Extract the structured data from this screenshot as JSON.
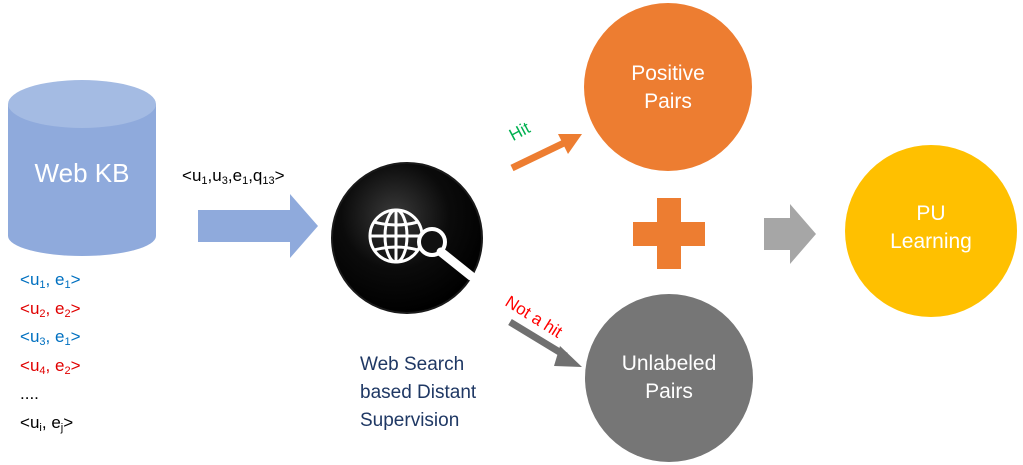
{
  "knowledge_base": {
    "label": "Web KB",
    "pairs": [
      {
        "u": "u",
        "u_sub": "1",
        "e": "e",
        "e_sub": "1",
        "color": "#0070c0"
      },
      {
        "u": "u",
        "u_sub": "2",
        "e": "e",
        "e_sub": "2",
        "color": "#e00000"
      },
      {
        "u": "u",
        "u_sub": "3",
        "e": "e",
        "e_sub": "1",
        "color": "#0070c0"
      },
      {
        "u": "u",
        "u_sub": "4",
        "e": "e",
        "e_sub": "2",
        "color": "#e00000"
      }
    ],
    "ellipsis": "....",
    "last_pair": {
      "u": "u",
      "u_sub": "i",
      "e": "e",
      "e_sub": "j",
      "color": "#000000"
    }
  },
  "query_tuple": {
    "parts": [
      {
        "base": "u",
        "sub": "1"
      },
      {
        "base": "u",
        "sub": "3"
      },
      {
        "base": "e",
        "sub": "1"
      },
      {
        "base": "q",
        "sub": "13"
      }
    ]
  },
  "search": {
    "icon": "globe-magnifier-icon",
    "caption_lines": [
      "Web Search",
      "based Distant",
      "Supervision"
    ]
  },
  "edges": {
    "hit_label": "Hit",
    "not_hit_label": "Not a hit"
  },
  "nodes": {
    "positive": {
      "lines": [
        "Positive",
        "Pairs"
      ],
      "color": "#ed7d31"
    },
    "unlabeled": {
      "lines": [
        "Unlabeled",
        "Pairs"
      ],
      "color": "#767676"
    },
    "pu": {
      "lines": [
        "PU",
        "Learning"
      ],
      "color": "#ffc000"
    }
  },
  "colors": {
    "kb": "#8faadc",
    "arrow_blue": "#8faadc",
    "plus": "#ed7d31",
    "arrow_gray": "#a6a6a6",
    "search_circle": "#000000"
  }
}
